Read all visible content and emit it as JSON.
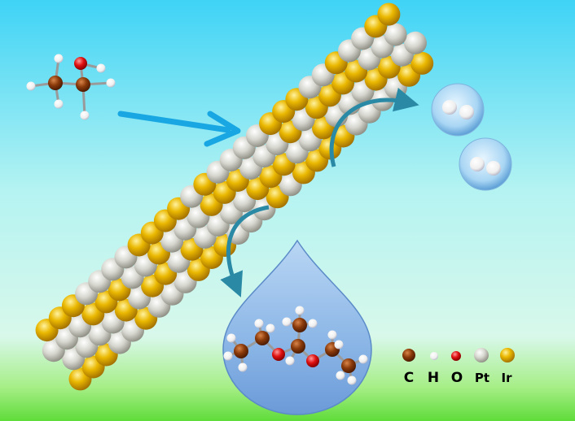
{
  "legend": [
    {
      "symbol": "C",
      "color": "#8a3a0a",
      "name": "carbon-atom"
    },
    {
      "symbol": "H",
      "color": "#f4f4f4",
      "name": "hydrogen-atom"
    },
    {
      "symbol": "O",
      "color": "#e01010",
      "name": "oxygen-atom"
    },
    {
      "symbol": "Pt",
      "color": "#d2d2cc",
      "name": "platinum-atom"
    },
    {
      "symbol": "Ir",
      "color": "#e8b000",
      "name": "iridium-atom"
    }
  ],
  "colors": {
    "background_top": "#3fd3f6",
    "background_mid": "#c9f7ec",
    "background_bottom": "#5fdc3a",
    "arrow": "#19a7e3",
    "curved_arrow": "#2a8aa6",
    "bubble": "#a9d6f4",
    "droplet": "#8ab5e6"
  },
  "icons": {
    "reactant": "ethanol-molecule",
    "catalyst": "pt-ir-nanowire",
    "gas_product": "hydrogen-molecule-bubble",
    "liquid_product": "acetal-molecule-droplet"
  }
}
